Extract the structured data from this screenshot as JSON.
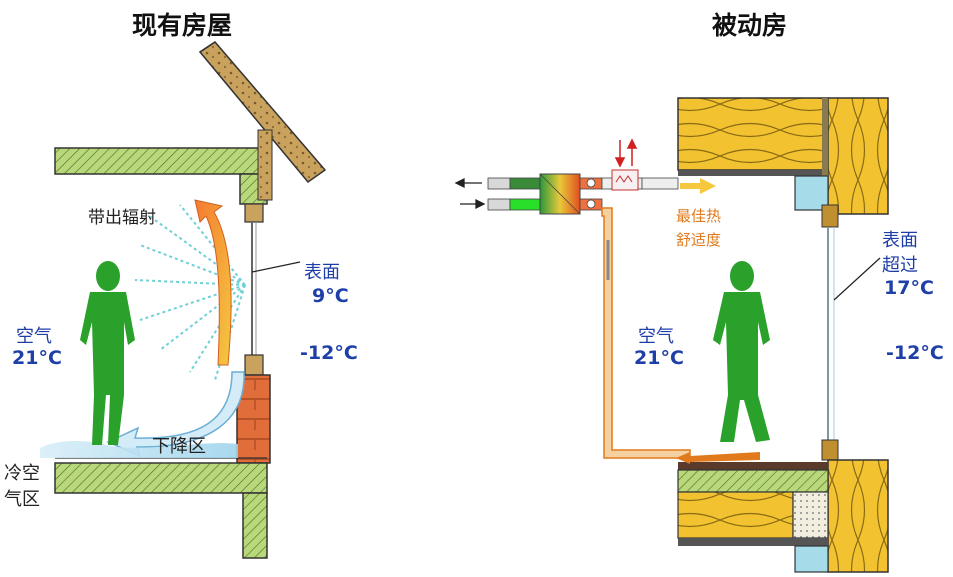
{
  "left": {
    "title": "现有房屋",
    "radiation_label": "带出辐射",
    "surface_label": "表面",
    "surface_temp": "9°C",
    "air_label": "空气",
    "air_temp": "21°C",
    "outside_temp": "-12°C",
    "downdraft_label": "下降区",
    "cold_zone_label_1": "冷空",
    "cold_zone_label_2": "气区"
  },
  "right": {
    "title": "被动房",
    "comfort_label_1": "最佳热",
    "comfort_label_2": "舒适度",
    "surface_label_1": "表面",
    "surface_label_2": "超过",
    "surface_temp": "17°C",
    "air_label": "空气",
    "air_temp": "21°C",
    "outside_temp": "-12°C"
  },
  "colors": {
    "label_blue": "#1f3fa8",
    "person_green": "#2aa12a",
    "insulation_yellow": "#f2c230",
    "wall_green": "#b8d87a",
    "brick_orange": "#e06d3a",
    "comfort_orange": "#e07a1c"
  }
}
